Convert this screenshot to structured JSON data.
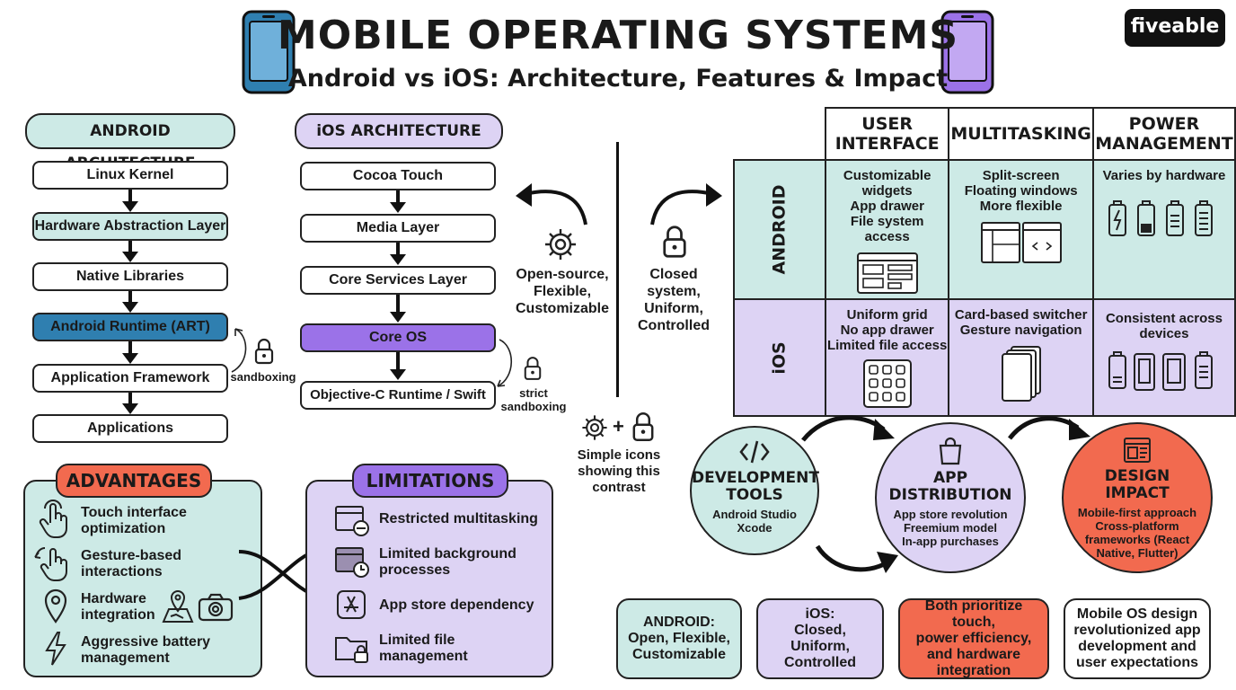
{
  "header": {
    "title": "MOBILE OPERATING SYSTEMS",
    "subtitle": "Android vs iOS: Architecture, Features & Impact",
    "brand": "fiveable"
  },
  "colors": {
    "teal": "#cdeae6",
    "lavender": "#ddd3f4",
    "purple": "#9b72e8",
    "android_blue": "#2f7fb0",
    "coral": "#f26a4f"
  },
  "android_arch": {
    "label": "ANDROID ARCHITECTURE",
    "layers": [
      "Linux Kernel",
      "Hardware Abstraction Layer",
      "Native Libraries",
      "Android Runtime (ART)",
      "Application Framework",
      "Applications"
    ],
    "note": "sandboxing"
  },
  "ios_arch": {
    "label": "iOS ARCHITECTURE",
    "layers": [
      "Cocoa Touch",
      "Media Layer",
      "Core Services Layer",
      "Core OS",
      "Objective-C Runtime / Swift"
    ],
    "note": [
      "strict",
      "sandboxing"
    ]
  },
  "contrast": {
    "android": [
      "Open-source,",
      "Flexible,",
      "Customizable"
    ],
    "ios": [
      "Closed system,",
      "Uniform,",
      "Controlled"
    ],
    "icons_note": [
      "Simple icons",
      "showing this",
      "contrast"
    ],
    "plus": "+"
  },
  "comparison": {
    "headers": [
      [
        "USER",
        "INTERFACE"
      ],
      [
        "MULTITASKING"
      ],
      [
        "POWER",
        "MANAGEMENT"
      ]
    ],
    "rows": [
      {
        "label": "ANDROID",
        "cells": [
          [
            "Customizable widgets",
            "App drawer",
            "File system access"
          ],
          [
            "Split-screen",
            "Floating windows",
            "More flexible"
          ],
          [
            "Varies by hardware"
          ]
        ]
      },
      {
        "label": "iOS",
        "cells": [
          [
            "Uniform grid",
            "No app drawer",
            "Limited file access"
          ],
          [
            "Card-based switcher",
            "Gesture navigation"
          ],
          [
            "Consistent across",
            "devices"
          ]
        ]
      }
    ]
  },
  "advantages": {
    "label": "ADVANTAGES",
    "items": [
      {
        "icon": "touch-icon",
        "lines": [
          "Touch interface",
          "optimization"
        ]
      },
      {
        "icon": "gesture-icon",
        "lines": [
          "Gesture-based",
          "interactions"
        ]
      },
      {
        "icon": "location-pin-icon",
        "lines": [
          "Hardware",
          "integration"
        ]
      },
      {
        "icon": "lightning-icon",
        "lines": [
          "Aggressive battery",
          "management"
        ]
      }
    ]
  },
  "limitations": {
    "label": "LIMITATIONS",
    "items": [
      {
        "icon": "window-minus-icon",
        "lines": [
          "Restricted multitasking"
        ]
      },
      {
        "icon": "window-clock-icon",
        "lines": [
          "Limited background",
          "processes"
        ]
      },
      {
        "icon": "app-store-icon",
        "lines": [
          "App store dependency"
        ]
      },
      {
        "icon": "folder-lock-icon",
        "lines": [
          "Limited file",
          "management"
        ]
      }
    ]
  },
  "flow": [
    {
      "icon": "code-icon",
      "title": [
        "DEVELOPMENT",
        "TOOLS"
      ],
      "lines": [
        "Android Studio",
        "Xcode"
      ]
    },
    {
      "icon": "shopping-bag-icon",
      "title": [
        "APP",
        "DISTRIBUTION"
      ],
      "lines": [
        "App store revolution",
        "Freemium model",
        "In-app purchases"
      ]
    },
    {
      "icon": "layout-icon",
      "title": [
        "DESIGN",
        "IMPACT"
      ],
      "lines": [
        "Mobile-first approach",
        "Cross-platform",
        "frameworks (React",
        "Native, Flutter)"
      ]
    }
  ],
  "summary": [
    [
      "ANDROID:",
      "Open, Flexible,",
      "Customizable"
    ],
    [
      "iOS:",
      "Closed, Uniform,",
      "Controlled"
    ],
    [
      "Both prioritize touch,",
      "power efficiency,",
      "and hardware",
      "integration"
    ],
    [
      "Mobile OS design",
      "revolutionized app",
      "development and",
      "user expectations"
    ]
  ]
}
